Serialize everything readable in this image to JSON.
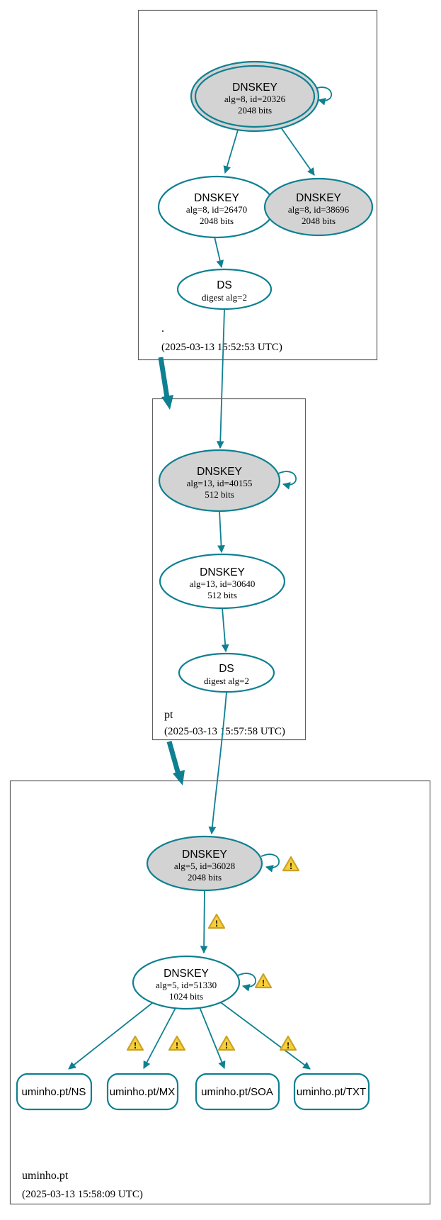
{
  "diagram": {
    "zones": {
      "root": {
        "label": ".",
        "timestamp": "(2025-03-13 15:52:53 UTC)"
      },
      "pt": {
        "label": "pt",
        "timestamp": "(2025-03-13 15:57:58 UTC)"
      },
      "uminho": {
        "label": "uminho.pt",
        "timestamp": "(2025-03-13 15:58:09 UTC)"
      }
    },
    "nodes": {
      "root_ksk": {
        "title": "DNSKEY",
        "alg": "alg=8, id=20326",
        "bits": "2048 bits"
      },
      "root_zsk": {
        "title": "DNSKEY",
        "alg": "alg=8, id=26470",
        "bits": "2048 bits"
      },
      "root_ksk2": {
        "title": "DNSKEY",
        "alg": "alg=8, id=38696",
        "bits": "2048 bits"
      },
      "root_ds": {
        "title": "DS",
        "digest": "digest alg=2"
      },
      "pt_ksk": {
        "title": "DNSKEY",
        "alg": "alg=13, id=40155",
        "bits": "512 bits"
      },
      "pt_zsk": {
        "title": "DNSKEY",
        "alg": "alg=13, id=30640",
        "bits": "512 bits"
      },
      "pt_ds": {
        "title": "DS",
        "digest": "digest alg=2"
      },
      "uminho_ksk": {
        "title": "DNSKEY",
        "alg": "alg=5, id=36028",
        "bits": "2048 bits"
      },
      "uminho_zsk": {
        "title": "DNSKEY",
        "alg": "alg=5, id=51330",
        "bits": "1024 bits"
      },
      "rrset_ns": {
        "label": "uminho.pt/NS"
      },
      "rrset_mx": {
        "label": "uminho.pt/MX"
      },
      "rrset_soa": {
        "label": "uminho.pt/SOA"
      },
      "rrset_txt": {
        "label": "uminho.pt/TXT"
      }
    },
    "warning_glyph": "!",
    "colors": {
      "edge_teal": "#0e8091",
      "sep_node_fill": "#d3d3d3",
      "node_fill": "#ffffff",
      "warning_fill": "#f8cf3a",
      "warning_border": "#c9a227",
      "zone_box_border": "#606060"
    }
  }
}
